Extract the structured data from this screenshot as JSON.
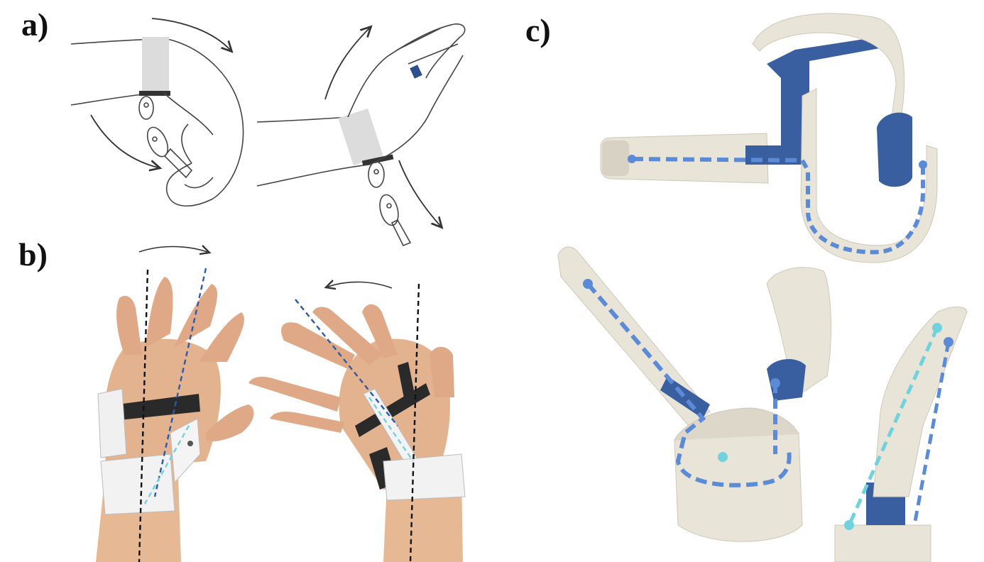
{
  "panels": {
    "a": {
      "label": "a)"
    },
    "b": {
      "label": "b)"
    },
    "c": {
      "label": "c)"
    }
  },
  "colors": {
    "device_white": "#e9e4d8",
    "device_blue": "#3a5fa0",
    "linkage_blue": "#5b8bd6",
    "linkage_cyan": "#6fd2dc",
    "skin": "#e0b08e",
    "strap": "#2a2a2a",
    "sketch_line": "#444444"
  },
  "icons": {
    "curved_arrow": "curved-arrow-icon",
    "reference_axis": "dashed-axis-line"
  }
}
